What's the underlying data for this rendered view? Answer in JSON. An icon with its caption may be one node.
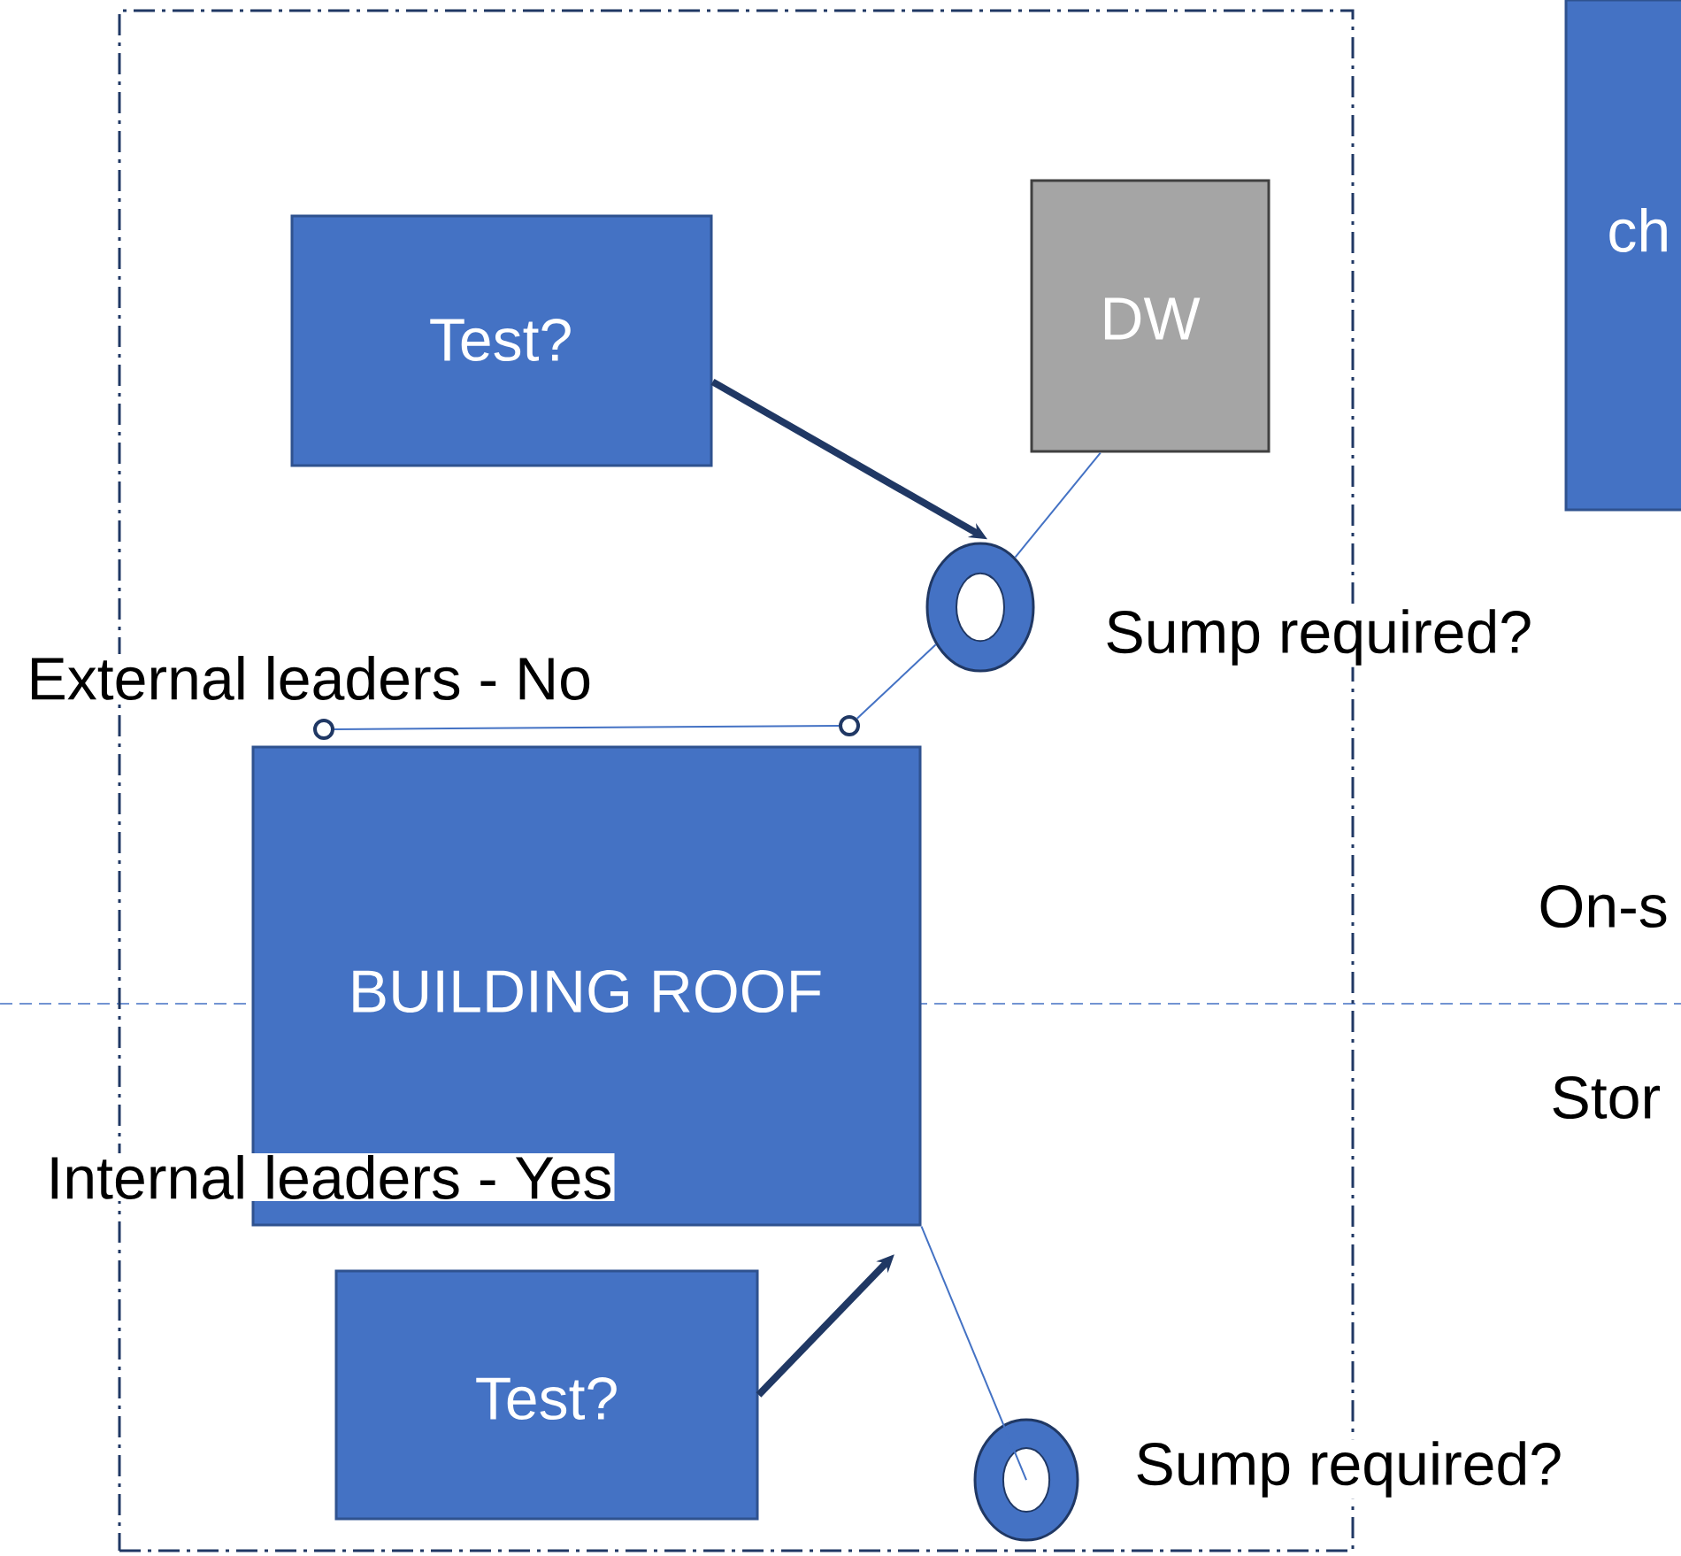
{
  "diagram": {
    "nodes": [
      {
        "text": [],
        "shape": "box"
      },
      {
        "text": [
          "Test?"
        ],
        "in": 0
      },
      {
        "text": [
          "DW"
        ],
        "in": 0
      },
      {
        "text": [],
        "shape": "circle",
        "in": 0,
        "beside": [
          "Sump required?"
        ]
      },
      {
        "text": [],
        "shape": "circle",
        "in": 0
      },
      {
        "text": [],
        "shape": "circle",
        "in": 0
      },
      {
        "text": [
          "BUILDING ROOF"
        ],
        "in": 0
      },
      {
        "text": [
          "Test?"
        ],
        "in": 0
      },
      {
        "text": [],
        "shape": "circle",
        "in": 0,
        "beside": [
          "Sump required?"
        ]
      },
      {
        "text": [
          "ch"
        ]
      }
    ],
    "edges": [
      {
        "from": 1,
        "to": 3,
        "arrow": "to",
        "style": "thick",
        "color": "#203864"
      },
      {
        "from": 2,
        "to": 3,
        "arrow": "none"
      },
      {
        "from": 3,
        "to": 5,
        "arrow": "none"
      },
      {
        "from": 4,
        "to": 5,
        "arrow": "none"
      },
      {
        "from": 7,
        "to": 6,
        "arrow": "to",
        "style": "thick",
        "color": "#203864"
      },
      {
        "from": 6,
        "to": 8,
        "arrow": "none"
      }
    ],
    "labels": [
      "External leaders - No",
      "Internal leaders - Yes",
      "On-s",
      "Stor"
    ]
  }
}
